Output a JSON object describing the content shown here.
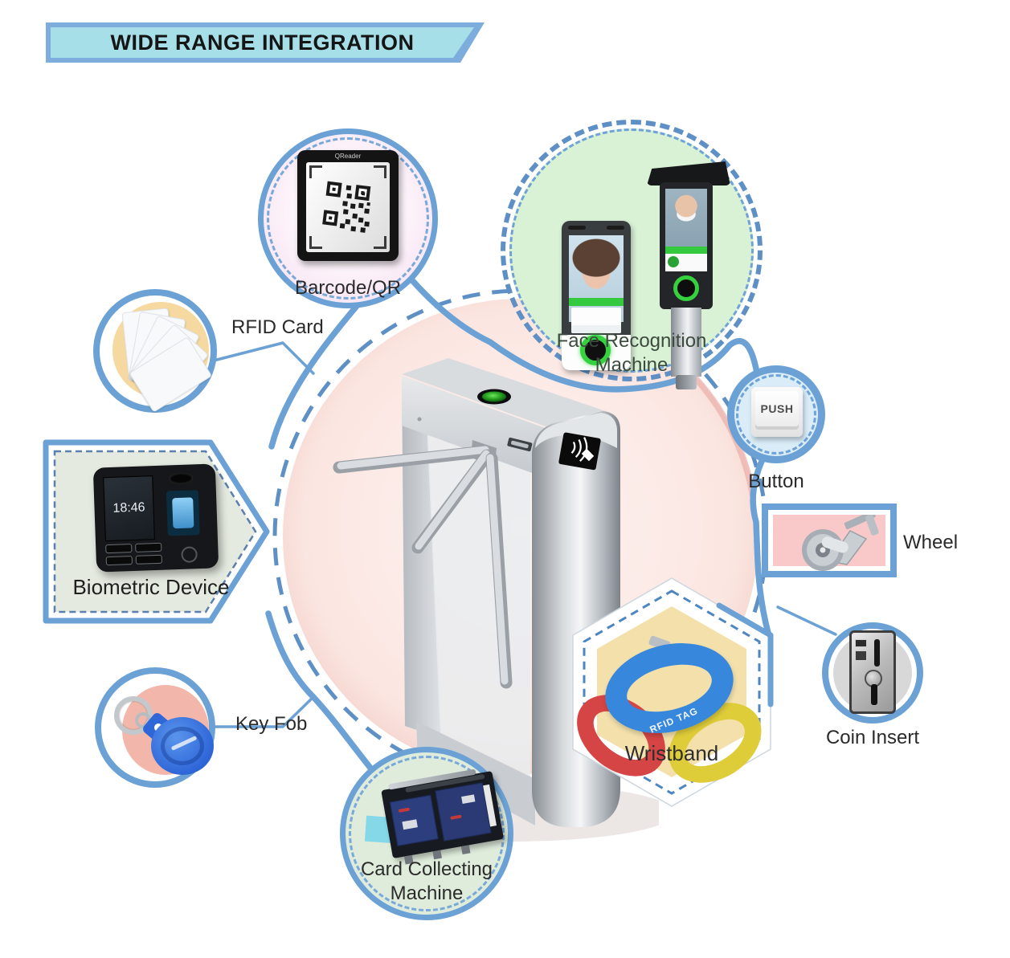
{
  "banner": {
    "title": "WIDE RANGE INTEGRATION"
  },
  "colors": {
    "ring_blue": "#6ba1d4",
    "dash_blue": "#5e90c6",
    "banner_border": "#7caddc",
    "banner_fill": "#a7dfe8",
    "center_pink": "#fbe9e4",
    "face_green": "#d9f2d6",
    "barcode_pink": "#f5ddf0",
    "rfid_orange": "#f6d9a1",
    "button_fill": "#d9ecf8",
    "wheel_pink": "#f9c9c9",
    "biometric_fill": "#e4eae0",
    "keyfob_salmon": "#f2b7aa",
    "wristband_tan": "#f3e0ab",
    "coin_grey": "#d8d8d8",
    "card_green": "#dfecdc",
    "status_green_light": "#35d13f"
  },
  "center": {
    "icon": "turnstile-icon"
  },
  "items": {
    "barcode": {
      "label": "Barcode/QR",
      "device_title": "QReader",
      "icon": "qr-reader-icon"
    },
    "rfid_card": {
      "label": "RFID Card",
      "icon": "rfid-cards-icon"
    },
    "face": {
      "label_line1": "Face Recognition",
      "label_line2": "Machine",
      "icon": "face-recognition-devices-icon"
    },
    "button": {
      "label": "Button",
      "device_text": "PUSH",
      "icon": "push-button-icon"
    },
    "wheel": {
      "label": "Wheel",
      "icon": "caster-wheel-icon"
    },
    "biometric": {
      "label": "Biometric Device",
      "device_time": "18:46",
      "icon": "fingerprint-terminal-icon"
    },
    "keyfob": {
      "label": "Key Fob",
      "icon": "key-fob-icon"
    },
    "wristband": {
      "label": "Wristband",
      "band_text": "RFID TAG",
      "icon": "wristbands-icon"
    },
    "coin": {
      "label": "Coin Insert",
      "icon": "coin-acceptor-icon"
    },
    "card_collecting": {
      "label_line1": "Card Collecting",
      "label_line2": "Machine",
      "icon": "card-collector-icon"
    }
  }
}
